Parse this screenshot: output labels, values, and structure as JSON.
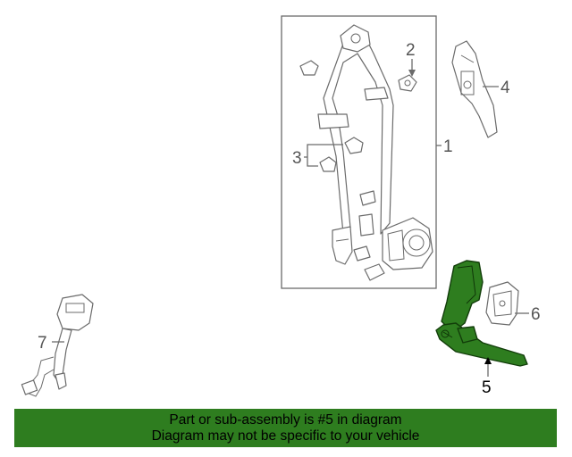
{
  "callouts": {
    "c1": "1",
    "c2": "2",
    "c3": "3",
    "c4": "4",
    "c5": "5",
    "c6": "6",
    "c7": "7"
  },
  "highlighted_part": "5",
  "colors": {
    "highlight": "#2e7d1f",
    "banner_bg": "#2e7d1f",
    "line": "#6b6b6b"
  },
  "banner": {
    "line1": "Part or sub-assembly is #5 in diagram",
    "line2": "Diagram may not be specific to your vehicle"
  }
}
